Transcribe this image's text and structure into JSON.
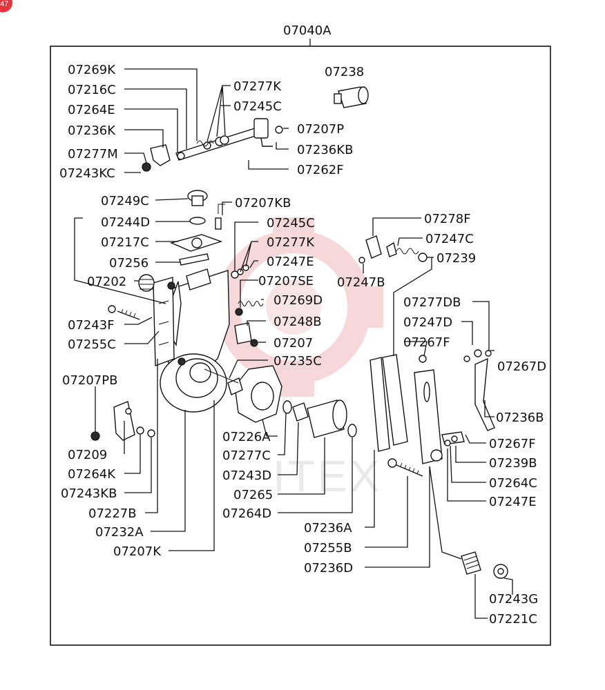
{
  "badge": {
    "text": "47",
    "color": "#e8323c"
  },
  "assembly": {
    "code": "07040A"
  },
  "watermark": {
    "text": "ITEX",
    "color": "#f2b9bd"
  },
  "labels": [
    "07269K",
    "07216C",
    "07264E",
    "07236K",
    "07277M",
    "07243KC",
    "07277K",
    "07245C",
    "07238",
    "07207P",
    "07236KB",
    "07262F",
    "07249C",
    "07207KB",
    "07244D",
    "07217C",
    "07256",
    "07202",
    "07245C",
    "07277K",
    "07247E",
    "07207SE",
    "07269D",
    "07248B",
    "07207",
    "07235C",
    "07243F",
    "07255C",
    "07207PB",
    "07209",
    "07264K",
    "07243KB",
    "07227B",
    "07232A",
    "07207K",
    "07226A",
    "07277C",
    "07243D",
    "07265",
    "07264D",
    "07278F",
    "07247C",
    "07239",
    "07247B",
    "07277DB",
    "07247D",
    "07267F",
    "07267D",
    "07236B",
    "07267F",
    "07239B",
    "07264C",
    "07247E",
    "07236A",
    "07255B",
    "07236D",
    "07243G",
    "07221C"
  ]
}
